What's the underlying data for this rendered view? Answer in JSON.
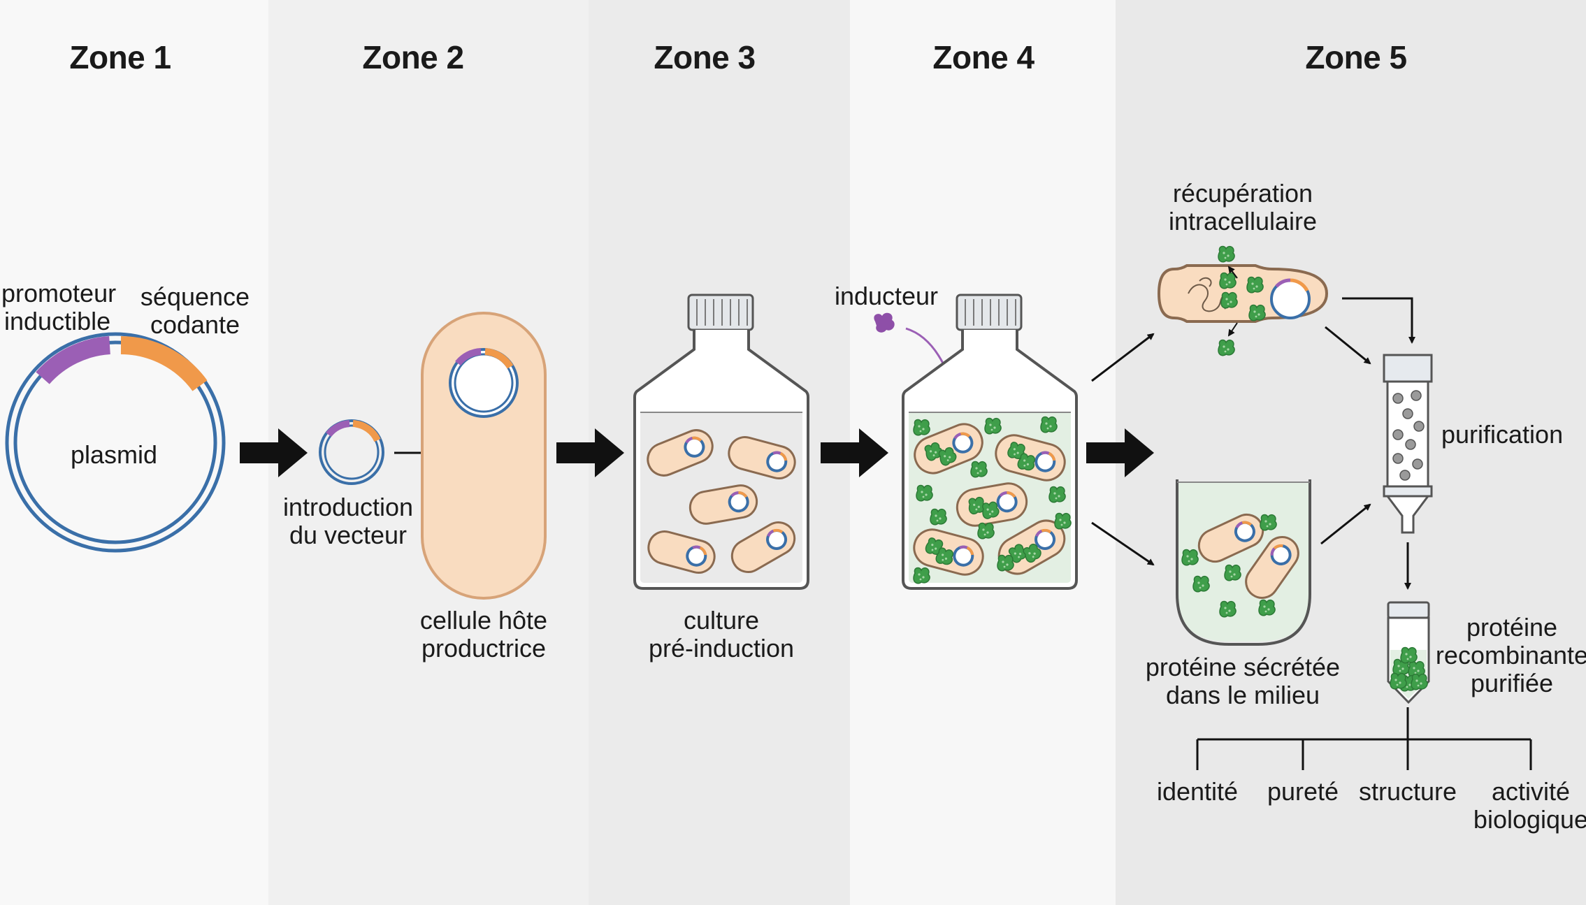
{
  "zones": [
    {
      "title": "Zone 1"
    },
    {
      "title": "Zone 2"
    },
    {
      "title": "Zone 3"
    },
    {
      "title": "Zone 4"
    },
    {
      "title": "Zone 5"
    }
  ],
  "zone1": {
    "promoter_line1": "promoteur",
    "promoter_line2": "inductible",
    "coding_line1": "séquence",
    "coding_line2": "codante",
    "plasmid": "plasmid"
  },
  "zone2": {
    "intro_line1": "introduction",
    "intro_line2": "du vecteur",
    "cell_line1": "cellule hôte",
    "cell_line2": "productrice"
  },
  "zone3": {
    "culture_line1": "culture",
    "culture_line2": "pré-induction"
  },
  "zone4": {
    "inducer": "inducteur"
  },
  "zone5": {
    "intracellular_line1": "récupération",
    "intracellular_line2": "intracellulaire",
    "secreted_line1": "protéine sécrétée",
    "secreted_line2": "dans le milieu",
    "purification": "purification",
    "purified_line1": "protéine",
    "purified_line2": "recombinante",
    "purified_line3": "purifiée",
    "qc": [
      "identité",
      "pureté",
      "structure",
      "activité"
    ],
    "qc_activity_line2": "biologique"
  },
  "colors": {
    "plasmid_blue": "#3a6fa8",
    "promoter_purple": "#9b5fb5",
    "coding_orange": "#f0994a",
    "cell_fill": "#f9dcc0",
    "cell_stroke": "#d7a378",
    "protein_green": "#3f9e4a",
    "medium_green": "#e3efe3"
  }
}
